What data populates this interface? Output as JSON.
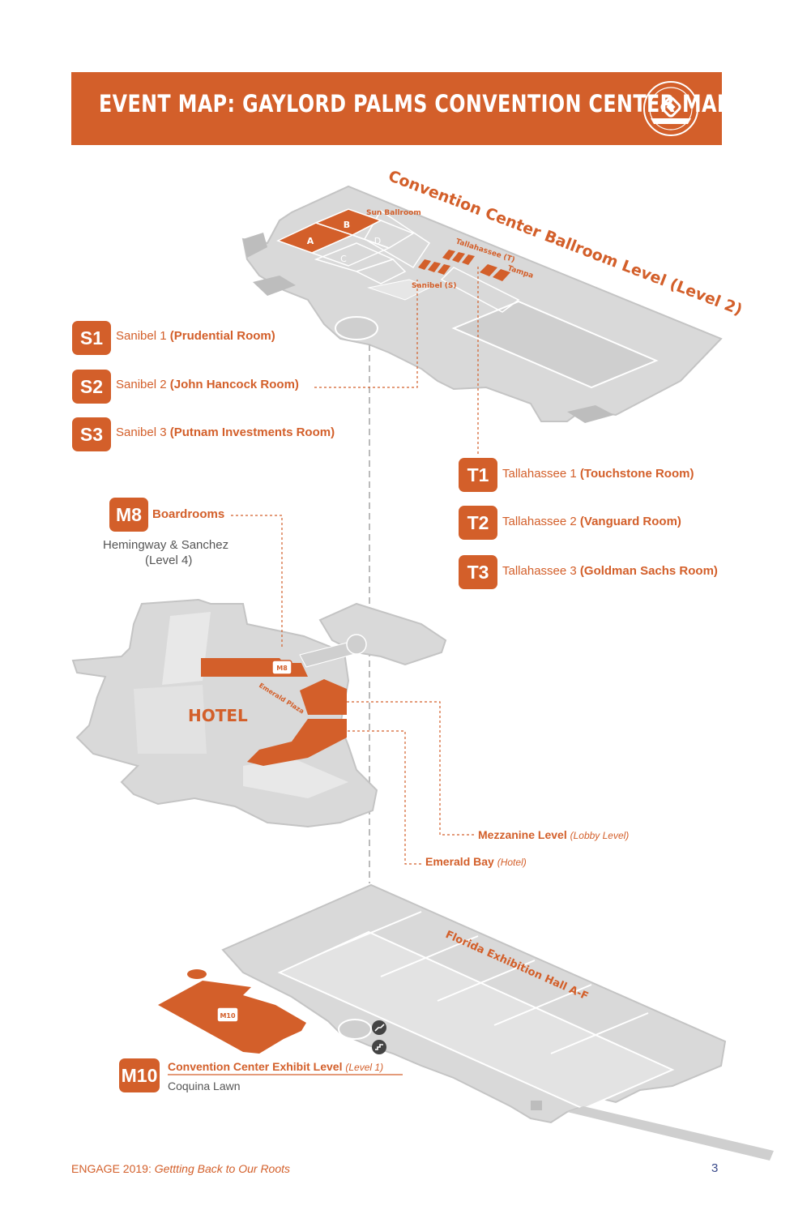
{
  "header": {
    "title": "EVENT MAP: GAYLORD PALMS CONVENTION CENTER MAP"
  },
  "colors": {
    "accent": "#d35f2a",
    "floor": "#d9d9d9",
    "floor_dark": "#bdbdbd",
    "text_dark": "#555555"
  },
  "icons": [
    "seal-logo-icon",
    "escalator-icon",
    "stairs-icon"
  ],
  "ballroom_level": {
    "title": "Convention Center Ballroom Level (Level 2)",
    "rooms": {
      "a": "A",
      "b": "B",
      "c": "C",
      "d": "D"
    },
    "labels": {
      "sun": "Sun Ballroom",
      "tallahassee": "Tallahassee (T)",
      "tampa": "Tampa",
      "sanibel": "Sanibel (S)"
    }
  },
  "legend": {
    "s1": {
      "code": "S1",
      "name": "Sanibel 1",
      "room": "(Prudential Room)"
    },
    "s2": {
      "code": "S2",
      "name": "Sanibel 2",
      "room": "(John Hancock Room)"
    },
    "s3": {
      "code": "S3",
      "name": "Sanibel 3",
      "room": "(Putnam Investments Room)"
    },
    "t1": {
      "code": "T1",
      "name": "Tallahassee 1",
      "room": "(Touchstone Room)"
    },
    "t2": {
      "code": "T2",
      "name": "Tallahassee 2",
      "room": "(Vanguard Room)"
    },
    "t3": {
      "code": "T3",
      "name": "Tallahassee 3",
      "room": "(Goldman Sachs Room)"
    },
    "m8": {
      "code": "M8",
      "name": "Boardrooms",
      "sub1": "Hemingway & Sanchez",
      "sub2": "(Level 4)"
    },
    "m10": {
      "code": "M10",
      "name": "Convention Center Exhibit Level",
      "level": "(Level 1)",
      "sub": "Coquina Lawn"
    }
  },
  "hotel": {
    "label": "HOTEL",
    "m8_tag": "M8",
    "emerald_plaza": "Emerald Plaza",
    "mezzanine": {
      "name": "Mezzanine Level",
      "note": "(Lobby Level)"
    },
    "emerald_bay": {
      "name": "Emerald Bay",
      "note": "(Hotel)"
    }
  },
  "exhibit": {
    "hall": "Florida Exhibition Hall A-F",
    "m10_tag": "M10"
  },
  "footer": {
    "event": "ENGAGE 2019:",
    "tagline": "Gettting Back to Our Roots",
    "page": "3"
  }
}
